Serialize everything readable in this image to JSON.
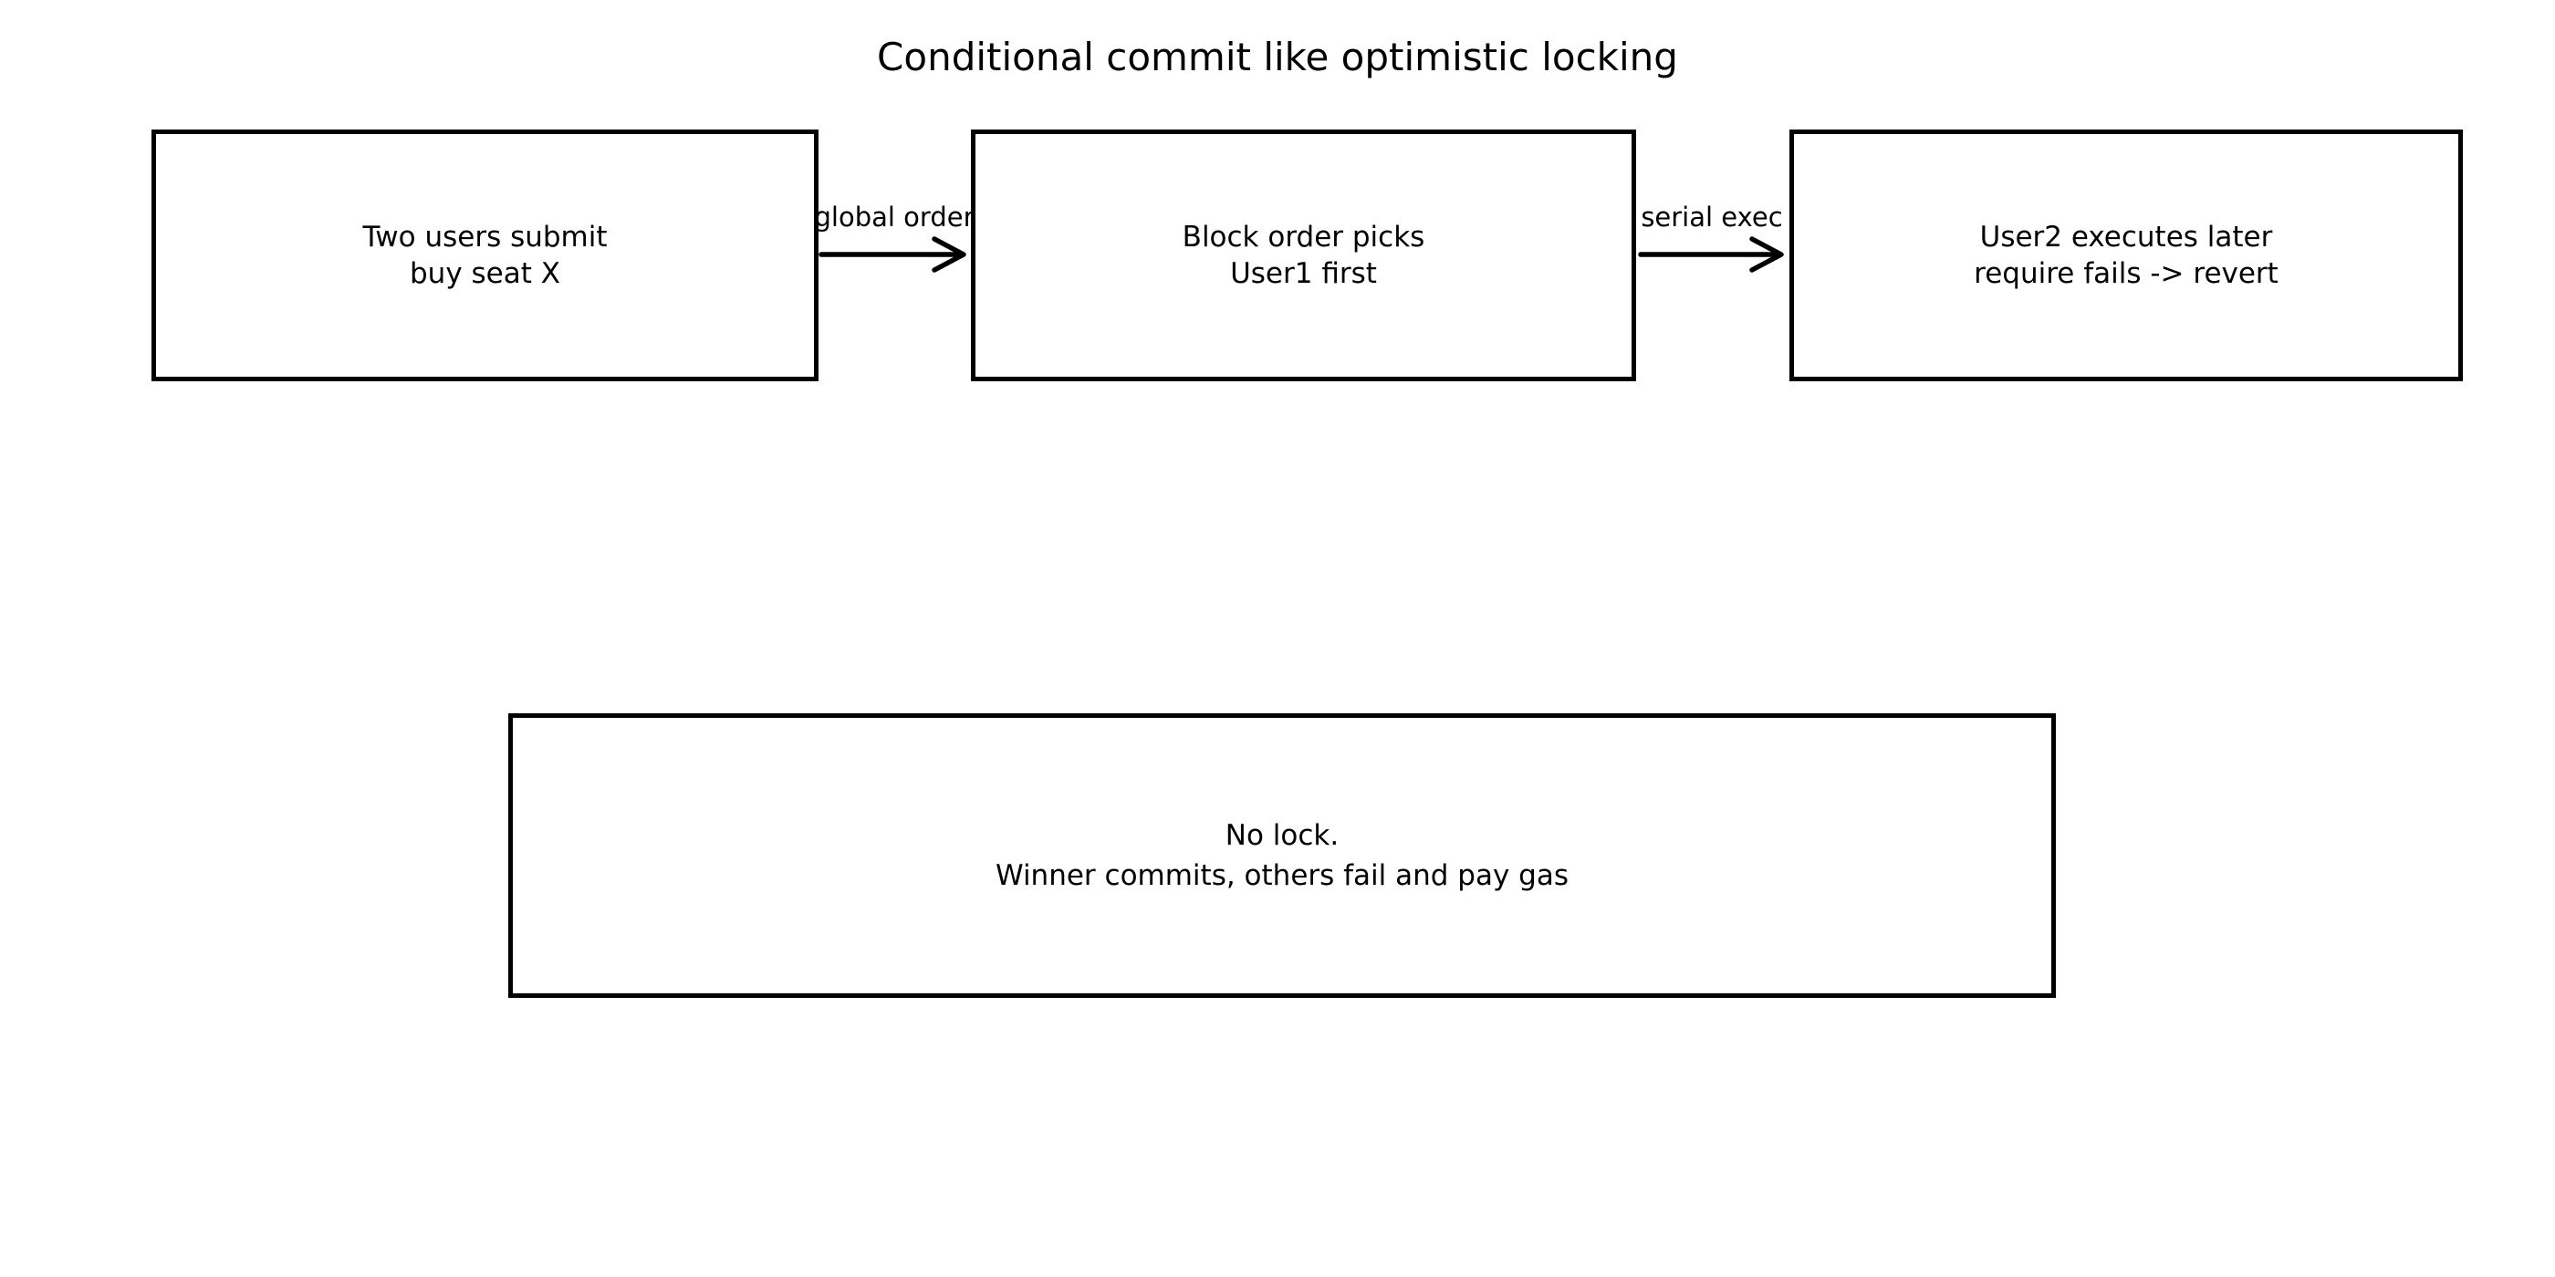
{
  "title": "Conditional commit like optimistic locking",
  "colors": {
    "background": "#ffffff",
    "stroke": "#000000",
    "text": "#000000"
  },
  "flow": {
    "boxes": [
      {
        "name": "two-users-submit",
        "lines": [
          "Two users submit",
          "buy seat X"
        ]
      },
      {
        "name": "block-order-picks",
        "lines": [
          "Block order picks",
          "User1 first"
        ]
      },
      {
        "name": "user2-executes",
        "lines": [
          "User2 executes later",
          "require fails -> revert"
        ]
      }
    ],
    "arrows": [
      {
        "label": "global order"
      },
      {
        "label": "serial exec"
      }
    ]
  },
  "summary": {
    "lines": [
      "No lock.",
      "Winner commits, others fail and pay gas"
    ]
  }
}
